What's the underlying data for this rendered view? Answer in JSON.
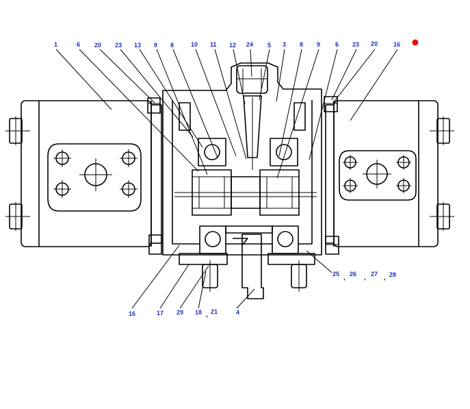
{
  "diagram": {
    "callouts_top": [
      "1",
      "6",
      "20",
      "23",
      "13",
      "9",
      "8",
      "10",
      "11",
      "12",
      "24",
      "5",
      "3",
      "8",
      "9",
      "6",
      "23",
      "20",
      "16"
    ],
    "callouts_bottom": [
      "16",
      "17",
      "29",
      "18",
      "21",
      "4"
    ],
    "callouts_right": [
      "25",
      "26",
      "27",
      "28"
    ],
    "separator": ",",
    "marker_color": "#e01010",
    "label_color": "#1f2fb8"
  }
}
